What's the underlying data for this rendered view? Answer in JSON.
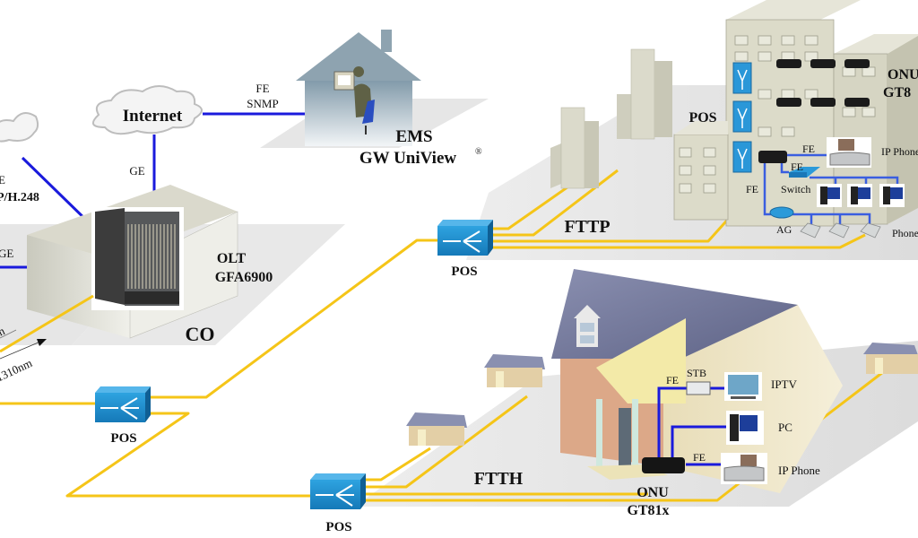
{
  "diagram": {
    "colors": {
      "fiber": "#f5c518",
      "ethernet": "#1a1adc",
      "pos_box": "#1c8fd1",
      "building": "#d9d8c6",
      "ground": "#e4e4e4",
      "roof": "#7b80a4"
    },
    "internet": {
      "label": "Internet",
      "icon": "cloud-icon"
    },
    "left_cloud": {
      "label_line1": "E",
      "label_line2": "P/H.248",
      "icon": "cloud-icon"
    },
    "links": {
      "internet_to_ems_line1": "FE",
      "internet_to_ems_line2": "SNMP",
      "internet_to_olt": "GE",
      "left_ge": "GE"
    },
    "ems": {
      "title": "EMS",
      "product": "GW UniView",
      "reg": "®"
    },
    "olt": {
      "title": "OLT",
      "model": "GFA6900"
    },
    "co": {
      "label": "CO"
    },
    "wavelength": {
      "label_top": "n",
      "label_bottom": "1310nm"
    },
    "pos": {
      "label": "POS"
    },
    "fttp": {
      "label": "FTTP",
      "pos_label": "POS",
      "onu_line1": "ONU",
      "onu_line2": "GT8",
      "fe1": "FE",
      "fe2": "FE",
      "fe3": "FE",
      "switch": "Switch",
      "ag": "AG",
      "ip_phone": "IP Phone",
      "phone": "Phone"
    },
    "ftth": {
      "label": "FTTH",
      "stb": "STB",
      "iptv": "IPTV",
      "pc": "PC",
      "ip_phone": "IP Phone",
      "fe_top": "FE",
      "fe_bottom": "FE",
      "onu_line1": "ONU",
      "onu_line2": "GT81x"
    }
  }
}
